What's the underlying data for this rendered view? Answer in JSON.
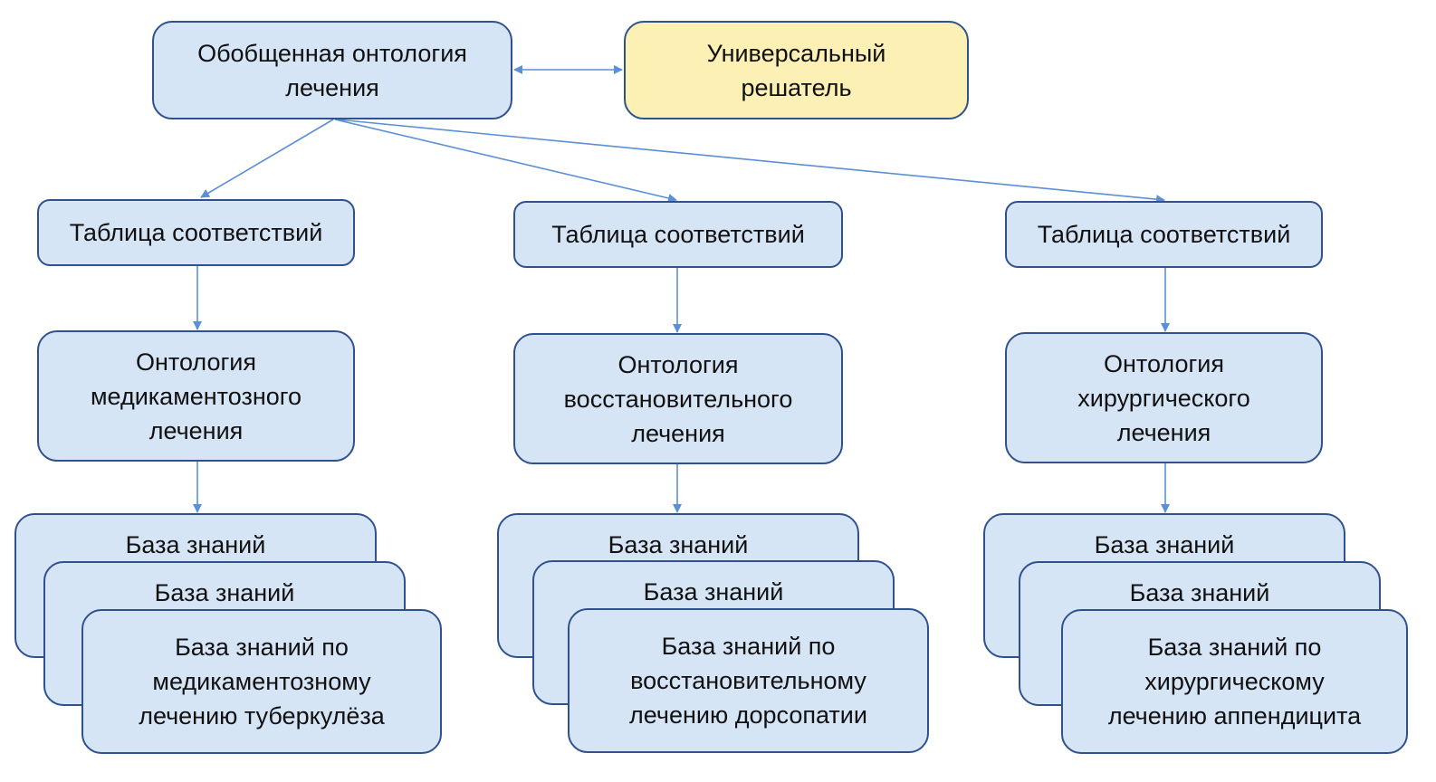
{
  "diagram": {
    "root": {
      "lines": [
        "Обобщенная онтология",
        "лечения"
      ]
    },
    "solver": {
      "lines": [
        "Универсальный",
        "решатель"
      ]
    },
    "branches": [
      {
        "table": "Таблица соответствий",
        "ontology": [
          "Онтология",
          "медикаментозного",
          "лечения"
        ],
        "kb_back": "База знаний",
        "kb_middle": "База знаний",
        "kb_front": [
          "База знаний по",
          "медикаментозному",
          "лечению туберкулёза"
        ]
      },
      {
        "table": "Таблица соответствий",
        "ontology": [
          "Онтология",
          "восстановительного",
          "лечения"
        ],
        "kb_back": "База знаний",
        "kb_middle": "База знаний",
        "kb_front": [
          "База знаний по",
          "восстановительному",
          "лечению дорсопатии"
        ]
      },
      {
        "table": "Таблица соответствий",
        "ontology": [
          "Онтология",
          "хирургического",
          "лечения"
        ],
        "kb_back": "База знаний",
        "kb_middle": "База знаний",
        "kb_front": [
          "База знаний по",
          "хирургическому",
          "лечению аппендицита"
        ]
      }
    ],
    "colors": {
      "node_fill": "#d6e5f6",
      "node_border": "#2f528f",
      "solver_fill": "#fdf0b5",
      "arrow": "#5b8fd6"
    }
  }
}
